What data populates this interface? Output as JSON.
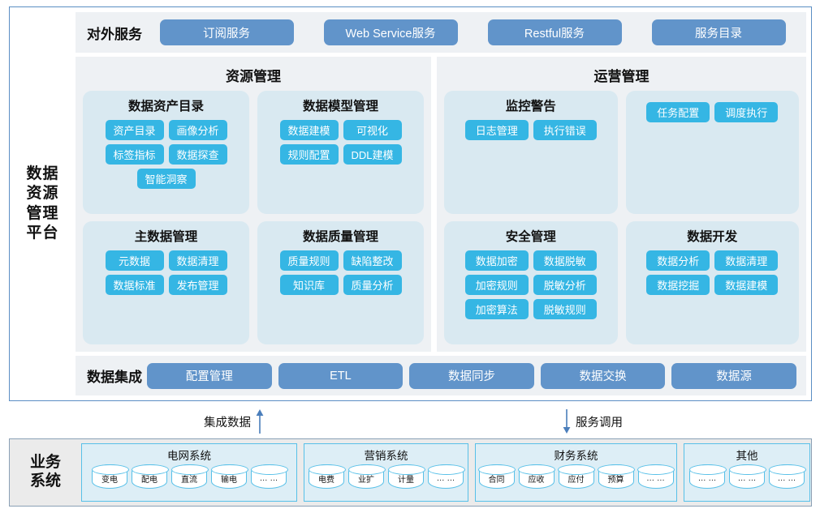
{
  "platform": {
    "label_lines": [
      "数据",
      "资源",
      "管理",
      "平台"
    ],
    "service_bar": {
      "title": "对外服务",
      "buttons": [
        "订阅服务",
        "Web Service服务",
        "Restful服务",
        "服务目录"
      ]
    },
    "panels": [
      {
        "title": "资源管理",
        "cards": [
          {
            "title": "数据资产目录",
            "chips": [
              "资产目录",
              "画像分析",
              "标签指标",
              "数据探查",
              "智能洞察"
            ]
          },
          {
            "title": "数据模型管理",
            "chips": [
              "数据建模",
              "可视化",
              "规则配置",
              "DDL建模"
            ]
          },
          {
            "title": "主数据管理",
            "chips": [
              "元数据",
              "数据清理",
              "数据标准",
              "发布管理"
            ]
          },
          {
            "title": "数据质量管理",
            "chips": [
              "质量规则",
              "缺陷整改",
              "知识库",
              "质量分析"
            ]
          }
        ]
      },
      {
        "title": "运营管理",
        "cards": [
          {
            "title": "监控警告",
            "chips": [
              "日志管理",
              "执行错误"
            ]
          },
          {
            "title": "",
            "chips": [
              "任务配置",
              "调度执行"
            ]
          },
          {
            "title": "安全管理",
            "chips": [
              "数据加密",
              "数据脱敏",
              "加密规则",
              "脱敏分析",
              "加密算法",
              "脱敏规则"
            ]
          },
          {
            "title": "数据开发",
            "chips": [
              "数据分析",
              "数据清理",
              "数据挖掘",
              "数据建模"
            ]
          }
        ]
      }
    ],
    "integration_bar": {
      "title": "数据集成",
      "buttons": [
        "配置管理",
        "ETL",
        "数据同步",
        "数据交换",
        "数据源"
      ]
    }
  },
  "arrows": {
    "up_label": "集成数据",
    "down_label": "服务调用"
  },
  "business": {
    "label_lines": [
      "业务",
      "系统"
    ],
    "groups": [
      {
        "title": "电网系统",
        "items": [
          "变电",
          "配电",
          "直流",
          "输电",
          "… …"
        ]
      },
      {
        "title": "营销系统",
        "items": [
          "电费",
          "业扩",
          "计量",
          "… …"
        ]
      },
      {
        "title": "财务系统",
        "items": [
          "合同",
          "应收",
          "应付",
          "预算",
          "… …"
        ]
      },
      {
        "title": "其他",
        "items": [
          "… …",
          "… …",
          "… …"
        ]
      }
    ]
  },
  "colors": {
    "frame_border": "#5b8ec4",
    "panel_bg": "#eef1f4",
    "card_bg": "#d9e9f1",
    "chip_cyan": "#35b6e4",
    "button_blue": "#6194ca",
    "biz_bg": "#ebebeb",
    "biz_group_bg": "#ddeef6",
    "biz_group_border": "#57c0e8",
    "arrow_color": "#4a7ebb"
  }
}
